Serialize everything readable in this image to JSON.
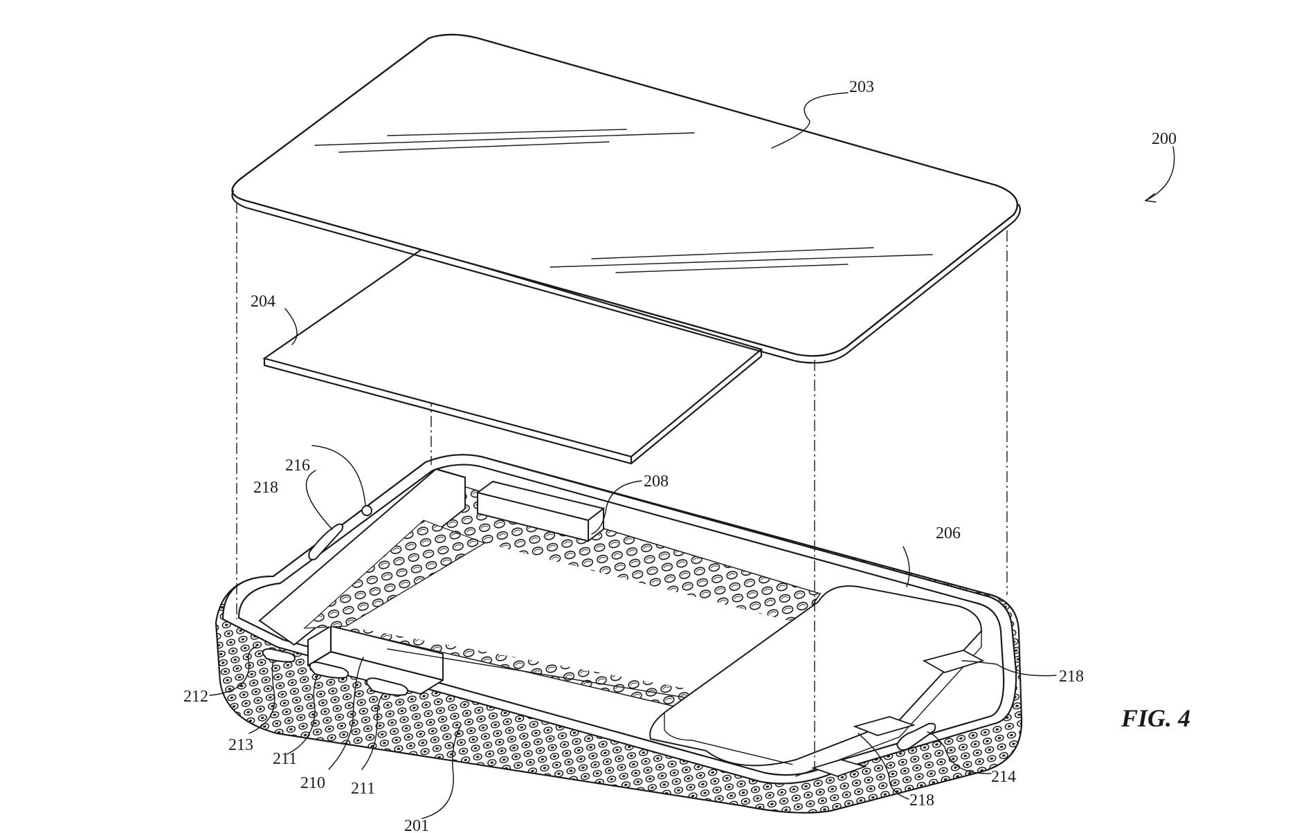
{
  "figure": {
    "label": "FIG. 4"
  },
  "references": {
    "r200": "200",
    "r201": "201",
    "r203": "203",
    "r204": "204",
    "r206": "206",
    "r208": "208",
    "r210": "210",
    "r211_a": "211",
    "r211_b": "211",
    "r212": "212",
    "r213": "213",
    "r214": "214",
    "r216": "216",
    "r218_a": "218",
    "r218_b": "218",
    "r218_c": "218"
  }
}
